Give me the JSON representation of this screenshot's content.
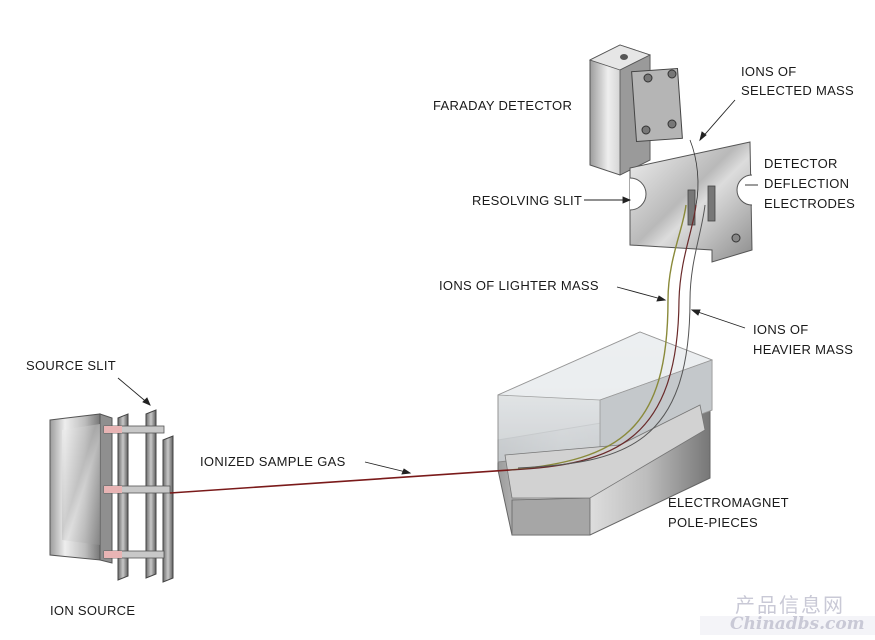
{
  "labels": {
    "faraday_detector": "FARADAY DETECTOR",
    "ions_selected_1": "IONS OF",
    "ions_selected_2": "SELECTED MASS",
    "detector_deflection_1": "DETECTOR",
    "detector_deflection_2": "DEFLECTION",
    "detector_deflection_3": "ELECTRODES",
    "resolving_slit": "RESOLVING SLIT",
    "ions_lighter": "IONS OF LIGHTER MASS",
    "ions_heavier_1": "IONS OF",
    "ions_heavier_2": "HEAVIER MASS",
    "source_slit": "SOURCE SLIT",
    "ionized_gas": "IONIZED SAMPLE GAS",
    "electromagnet_1": "ELECTROMAGNET",
    "electromagnet_2": "POLE-PIECES",
    "ion_source": "ION SOURCE"
  },
  "watermark": {
    "cn": "产品信息网",
    "en": "Chinadbs.com"
  },
  "colors": {
    "metal_light": "#e8e8e8",
    "metal_mid": "#b8b8b8",
    "metal_dark": "#7a7a7a",
    "beam_main": "#7a1a1a",
    "beam_light": "#8a8a3a",
    "glass": "#d4d8dc"
  }
}
